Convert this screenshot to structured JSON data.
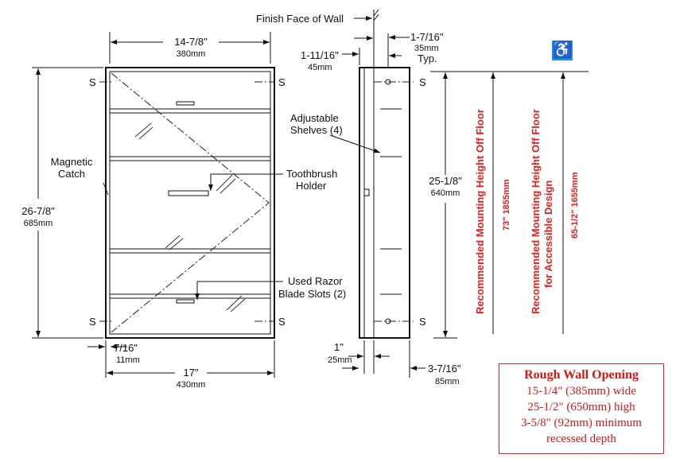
{
  "front": {
    "width_in": "14-7/8\"",
    "width_mm": "380mm",
    "height_in": "26-7/8\"",
    "height_mm": "685mm",
    "magnetic_catch": [
      "Magnetic",
      "Catch"
    ],
    "screw_label": "S",
    "flange_in": "7/16\"",
    "flange_mm": "11mm",
    "overall_in": "17\"",
    "overall_mm": "430mm"
  },
  "callouts": {
    "finish_face": "Finish Face of Wall",
    "adjustable": [
      "Adjustable",
      "Shelves (4)"
    ],
    "toothbrush": [
      "Toothbrush",
      "Holder"
    ],
    "razor": [
      "Used Razor",
      "Blade Slots (2)"
    ]
  },
  "side": {
    "depth_in": "1-11/16\"",
    "depth_mm": "45mm",
    "typ_in": "1-7/16\"",
    "typ_mm": "35mm",
    "typ": "Typ.",
    "height_in": "25-1/8\"",
    "height_mm": "640mm",
    "bottom_in": "1\"",
    "bottom_mm": "25mm",
    "overall_in": "3-7/16\"",
    "overall_mm": "85mm"
  },
  "mounting": {
    "standard_label": "Recommended Mounting Height Off Floor",
    "standard_value": "73\"   1855mm",
    "accessible_label": [
      "Recommended Mounting Height Off Floor",
      "for Accessible Design"
    ],
    "accessible_value": "65-1/2\"   1655mm"
  },
  "rough_opening": {
    "title": "Rough Wall Opening",
    "lines": [
      "15-1/4\" (385mm) wide",
      "25-1/2\" (650mm) high",
      "3-5/8\" (92mm) minimum",
      "recessed depth"
    ]
  },
  "icons": {
    "accessibility": "wheelchair-icon"
  },
  "colors": {
    "accent": "#e0201c",
    "ada_blue": "#1a8fd8"
  }
}
